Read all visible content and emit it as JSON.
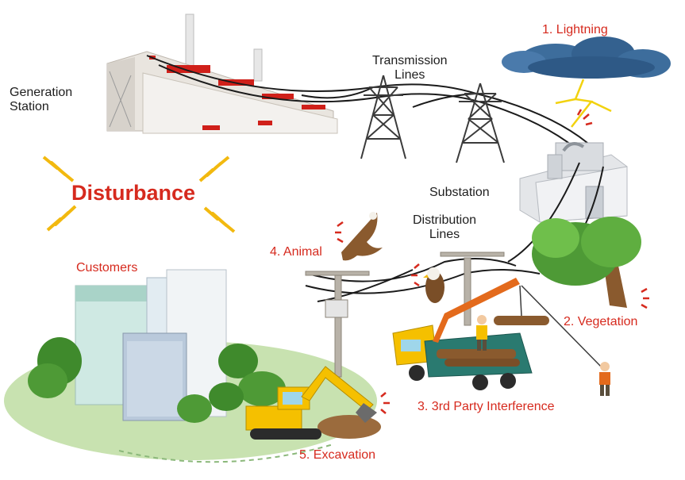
{
  "title": "Disturbance",
  "labels": {
    "generation_station": "Generation\nStation",
    "transmission_lines": "Transmission\nLines",
    "substation": "Substation",
    "distribution_lines": "Distribution\nLines",
    "customers": "Customers"
  },
  "causes": {
    "lightning": "1. Lightning",
    "vegetation": "2. Vegetation",
    "third_party": "3. 3rd Party Interference",
    "animal": "4. Animal",
    "excavation": "5. Excavation"
  },
  "colors": {
    "accent_red": "#d62a1e",
    "text_dark": "#1e1e1e",
    "spark_yellow": "#f2b90f",
    "cloud": "#3d6d9c",
    "ground": "#c8e2b0",
    "excavator": "#f5c000",
    "truck_cab": "#f5c000",
    "truck_bed": "#2a7a70",
    "crane": "#e36a1c"
  },
  "icons": [
    "lightning-bolt-icon",
    "spark-icon",
    "eagle-icon",
    "tree-icon",
    "excavator-icon",
    "truck-crane-icon",
    "worker-icon",
    "building-icon",
    "power-plant-icon",
    "transmission-tower-icon",
    "cloud-icon",
    "utility-pole-icon"
  ]
}
